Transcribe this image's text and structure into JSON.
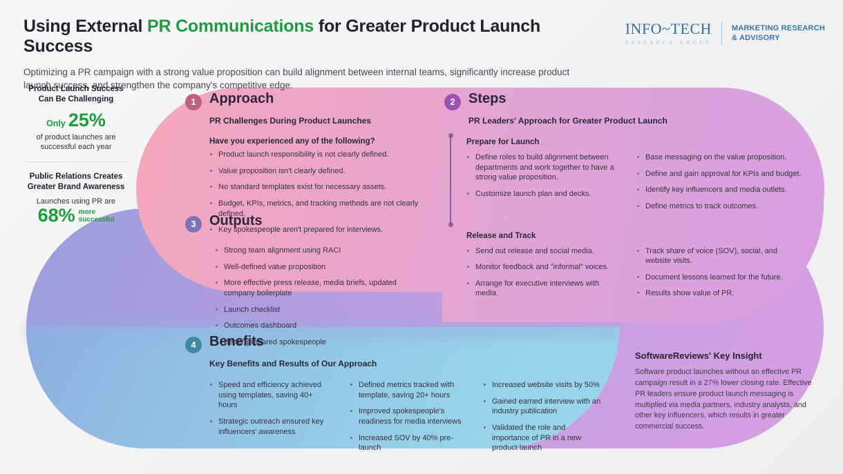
{
  "header": {
    "title_part1": "Using External ",
    "title_accent": "PR Communications",
    "title_part2": " for Greater Product Launch Success",
    "subtitle": "Optimizing a PR campaign with a strong value proposition can build alignment between internal teams, significantly increase product launch success, and strengthen the company's competitive edge.",
    "accent_color": "#1f9c3e"
  },
  "logo": {
    "mark": "INFO~TECH",
    "sub": "RESEARCH GROUP",
    "tagline_line1": "MARKETING RESEARCH",
    "tagline_line2": "& ADVISORY",
    "color": "#2f6fb2"
  },
  "stats": [
    {
      "title": "Product Launch Success Can Be Challenging",
      "prefix": "Only",
      "value": "25%",
      "description": "of product launches are successful each year"
    },
    {
      "title": "Public Relations Creates Greater Brand Awareness",
      "lead": "Launches using PR are",
      "value": "68%",
      "suffix_line1": "more",
      "suffix_line2": "successful"
    }
  ],
  "sections": {
    "approach": {
      "number": "1",
      "badge_color": "#c0607f",
      "title": "Approach",
      "subtitle": "PR Challenges During Product Launches",
      "prompt": "Have you experienced any of the following?",
      "items": [
        "Product launch responsibility is not clearly defined.",
        "Value proposition isn't clearly defined.",
        "No standard templates exist for necessary assets.",
        "Budget, KPIs, metrics, and tracking methods are not clearly defined.",
        "Key spokespeople aren't prepared for interviews."
      ]
    },
    "steps": {
      "number": "2",
      "badge_color": "#9a53ae",
      "title": "Steps",
      "subtitle": "PR Leaders' Approach for Greater Product Launch",
      "groups": [
        {
          "heading": "Prepare for Launch",
          "col1": [
            "Define roles to build alignment between departments and work together to have a strong value proposition.",
            "Customize launch plan and decks."
          ],
          "col2": [
            "Base messaging on the value proposition.",
            "Define and gain approval for KPIs and budget.",
            "Identify key influencers and media outlets.",
            "Define metrics to track outcomes."
          ]
        },
        {
          "heading": "Release and Track",
          "col1": [
            "Send out release and social media.",
            "Monitor feedback and \"informal\" voices.",
            "Arrange for executive interviews with media."
          ],
          "col2": [
            "Track share of voice (SOV), social, and website visits.",
            "Document lessons learned for the future.",
            "Results show value of PR."
          ]
        }
      ]
    },
    "outputs": {
      "number": "3",
      "badge_color": "#7b72b8",
      "title": "Outputs",
      "items": [
        "Strong team alignment using RACI",
        "Well-defined value proposition",
        "More effective press release, media briefs, updated company boilerplate",
        "Launch checklist",
        "Outcomes dashboard",
        "Better-prepared spokespeople"
      ]
    },
    "benefits": {
      "number": "4",
      "badge_color": "#3e87a5",
      "title": "Benefits",
      "subtitle": "Key Benefits and Results of Our Approach",
      "col1": [
        "Speed and efficiency achieved using templates, saving 40+ hours",
        "Strategic outreach ensured key influencers' awareness"
      ],
      "col2": [
        "Defined metrics tracked with template, saving 20+ hours",
        "Improved spokespeople's readiness for media interviews",
        "Increased SOV by 40% pre-launch"
      ],
      "col3": [
        "Increased website visits by 50%",
        "Gained earned interview with an industry publication",
        "Validated the role and importance of PR in a new product launch"
      ]
    }
  },
  "insight": {
    "title": "SoftwareReviews' Key Insight",
    "body": "Software product launches without an effective PR campaign result in a 27% lower closing rate. Effective PR leaders ensure product launch messaging is multiplied via media partners, industry analysts, and other key influencers, which results in greater commercial success."
  }
}
